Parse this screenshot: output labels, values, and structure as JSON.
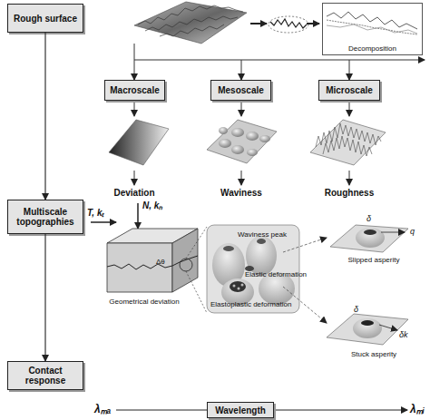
{
  "diagram": {
    "nodes": [
      {
        "text": [
          "Rough surface"
        ]
      },
      {
        "text": [
          "Decomposition"
        ]
      },
      {
        "text": [
          "Macroscale"
        ]
      },
      {
        "text": [
          "Mesoscale"
        ]
      },
      {
        "text": [
          "Microscale"
        ]
      },
      {
        "text": [
          "Multiscale topographies"
        ]
      },
      {
        "text": [
          "Contact response"
        ]
      },
      {
        "text": [
          "Wavelength"
        ]
      }
    ],
    "edges": [
      {
        "from": 0,
        "to": 5,
        "arrow": "to"
      },
      {
        "from": 5,
        "to": 6,
        "arrow": "to"
      }
    ],
    "labels": [
      "Deviation",
      "Waviness",
      "Roughness",
      "T, kₜ",
      "N, kₙ",
      "Δθ",
      "Geometrical deviation",
      "Waviness peak",
      "Elastic deformation",
      "Elastoplastic deformation",
      "δ",
      "q",
      "Slipped asperity",
      "δ",
      "δk",
      "Stuck asperity",
      "λₘₐ",
      "λₘᵢ"
    ]
  }
}
